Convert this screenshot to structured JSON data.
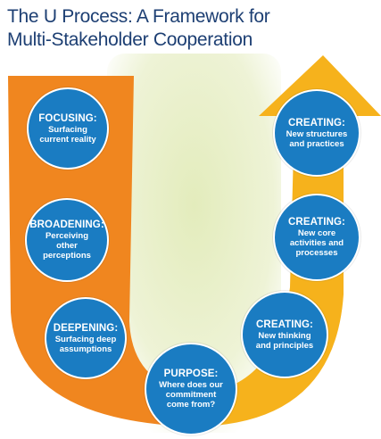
{
  "title": {
    "line1": "The U Process: A Framework for",
    "line2": "Multi-Stakeholder Cooperation"
  },
  "colors": {
    "orange": "#f0861f",
    "yellow": "#f6b21c",
    "green_background": "#e9f0c9",
    "circle_blue": "#1a7cc2",
    "title_blue": "#1d3f73"
  },
  "nodes": {
    "focusing": {
      "heading": "FOCUSING:",
      "body": "Surfacing current reality"
    },
    "broadening": {
      "heading": "BROADENING:",
      "body": "Perceiving other perceptions"
    },
    "deepening": {
      "heading": "DEEPENING:",
      "body": "Surfacing deep assumptions"
    },
    "purpose": {
      "heading": "PURPOSE:",
      "body": "Where does our commitment come from?"
    },
    "creating_thinking": {
      "heading": "CREATING:",
      "body": "New thinking and principles"
    },
    "creating_activities": {
      "heading": "CREATING:",
      "body": "New core activities and processes"
    },
    "creating_structures": {
      "heading": "CREATING:",
      "body": "New structures and practices"
    }
  }
}
